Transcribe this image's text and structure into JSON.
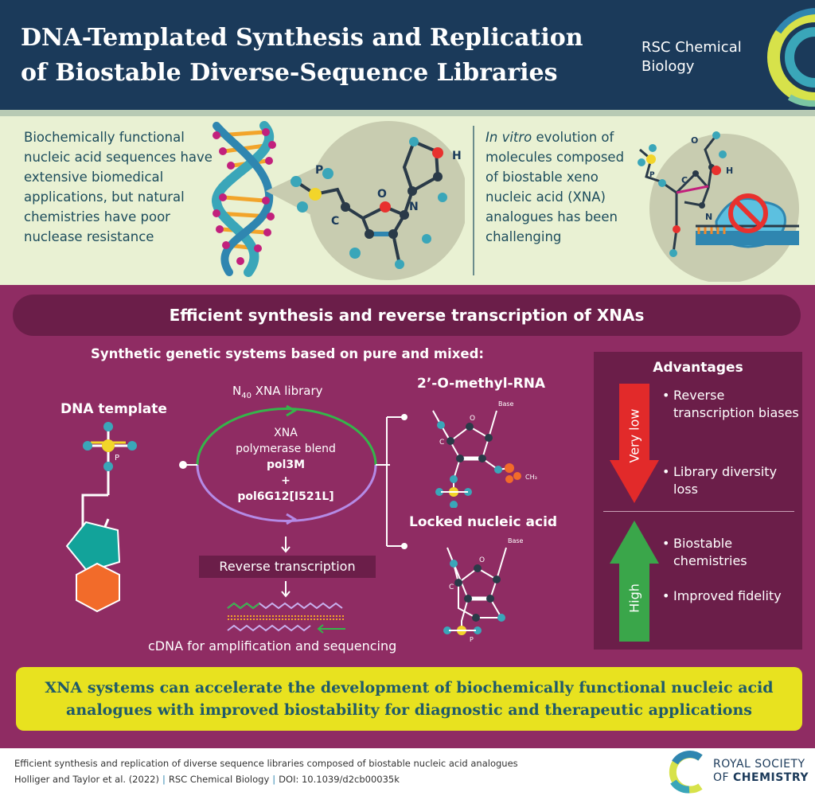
{
  "header": {
    "title": "DNA-Templated Synthesis and Replication of Biostable Diverse-Sequence Libraries",
    "journal": "RSC Chemical Biology"
  },
  "intro": {
    "left_text": "Biochemically functional nucleic acid sequences have extensive biomedical applications, but natural chemistries have poor nuclease resistance",
    "right_text_italic": "In vitro",
    "right_text_rest": " evolution of molecules composed of biostable xeno nucleic acid (XNA) analogues has been challenging",
    "atom_labels": {
      "p": "P",
      "c": "C",
      "o": "O",
      "n": "N",
      "h": "H"
    }
  },
  "main": {
    "banner": "Efficient synthesis and reverse transcription of XNAs",
    "subhead": "Synthetic genetic systems based on pure and mixed:",
    "dna_template": "DNA template",
    "library_label_prefix": "N",
    "library_label_sub": "40",
    "library_label_suffix": " XNA library",
    "polymerase_line1": "XNA",
    "polymerase_line2": "polymerase blend",
    "polymerase_a": "pol3M",
    "polymerase_plus": "+",
    "polymerase_b": "pol6G12[I521L]",
    "reverse_transcription": "Reverse transcription",
    "cdna_label": "cDNA for amplification and sequencing",
    "ome_label": "2’-O-methyl-RNA",
    "lna_label": "Locked nucleic acid",
    "struct_labels": {
      "base": "Base",
      "o": "O",
      "c": "C",
      "p": "P",
      "ch3": "CH₃"
    }
  },
  "advantages": {
    "title": "Advantages",
    "low_label": "Very low",
    "low_items": [
      "Reverse transcription biases",
      "Library diversity loss"
    ],
    "high_label": "High",
    "high_items": [
      "Biostable chemistries",
      "Improved fidelity"
    ]
  },
  "colors": {
    "header_bg": "#1b3a5a",
    "intro_bg": "#e9f1d3",
    "main_bg": "#8f2c63",
    "panel_dark": "#6b1e49",
    "arrow_red": "#e22a2a",
    "arrow_green": "#3aa64a",
    "conclusion_bg": "#e8e21f"
  },
  "conclusion": "XNA systems can accelerate the development of biochemically functional nucleic acid analogues with improved biostability for diagnostic and therapeutic applications",
  "footer": {
    "citation_title": "Efficient synthesis and replication of diverse sequence libraries composed of biostable nucleic acid analogues",
    "authors": "Holliger and Taylor et al. (2022)",
    "journal": "RSC Chemical Biology",
    "doi": "DOI: 10.1039/d2cb00035k",
    "publisher_line1": "ROYAL SOCIETY",
    "publisher_line2_prefix": "OF ",
    "publisher_line2_bold": "CHEMISTRY"
  }
}
